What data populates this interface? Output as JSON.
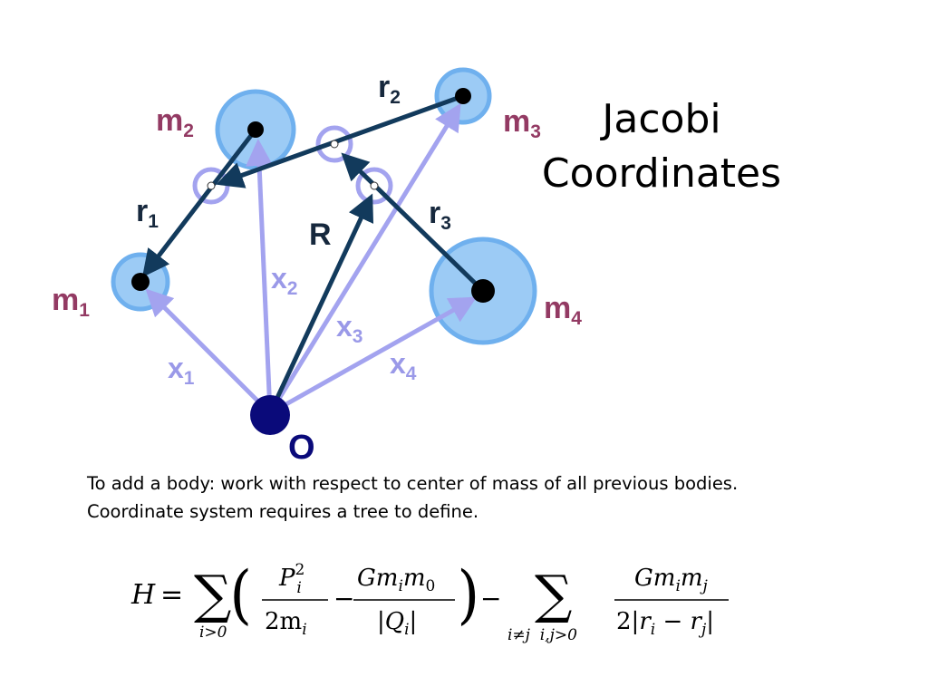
{
  "title": {
    "line1": "Jacobi",
    "line2": "Coordinates"
  },
  "caption": {
    "line1": "To add a body: work with respect to center of mass of all previous bodies.",
    "line2": "Coordinate system requires a tree to define."
  },
  "diagram": {
    "masses": [
      {
        "name": "m",
        "sub": "1"
      },
      {
        "name": "m",
        "sub": "2"
      },
      {
        "name": "m",
        "sub": "3"
      },
      {
        "name": "m",
        "sub": "4"
      }
    ],
    "jacobi_vectors": [
      {
        "name": "r",
        "sub": "1"
      },
      {
        "name": "r",
        "sub": "2"
      },
      {
        "name": "r",
        "sub": "3"
      },
      {
        "name": "R"
      }
    ],
    "position_vectors": [
      {
        "name": "x",
        "sub": "1"
      },
      {
        "name": "x",
        "sub": "2"
      },
      {
        "name": "x",
        "sub": "3"
      },
      {
        "name": "x",
        "sub": "4"
      }
    ],
    "origin_label": "O",
    "colors": {
      "mass_fill": "#9ccbf5",
      "mass_ring": "#6fb0ee",
      "jacobi_arrow": "#123a5c",
      "position_arrow": "#a3a3ef",
      "origin": "#0a0a7a",
      "mass_label": "#933a63"
    }
  },
  "formula": {
    "lhs": "H",
    "eq": "=",
    "sum1_sub": "i>0",
    "term1_num": "P",
    "term1_num_sup": "2",
    "term1_num_sub": "i",
    "term1_den": "2m",
    "term1_den_sub": "i",
    "term2_num": "Gm",
    "term2_num_sub1": "i",
    "term2_num_mid": "m",
    "term2_num_sub2": "0",
    "term2_den": "|Q",
    "term2_den_sub": "i",
    "term2_den_close": "|",
    "sum2_sub": "i≠j  i,j>0",
    "term3_num": "Gm",
    "term3_num_sub1": "i",
    "term3_num_mid": "m",
    "term3_num_sub2": "j",
    "term3_den": "2|r",
    "term3_den_sub1": "i",
    "term3_den_mid": " − r",
    "term3_den_sub2": "j",
    "term3_den_close": "|"
  }
}
